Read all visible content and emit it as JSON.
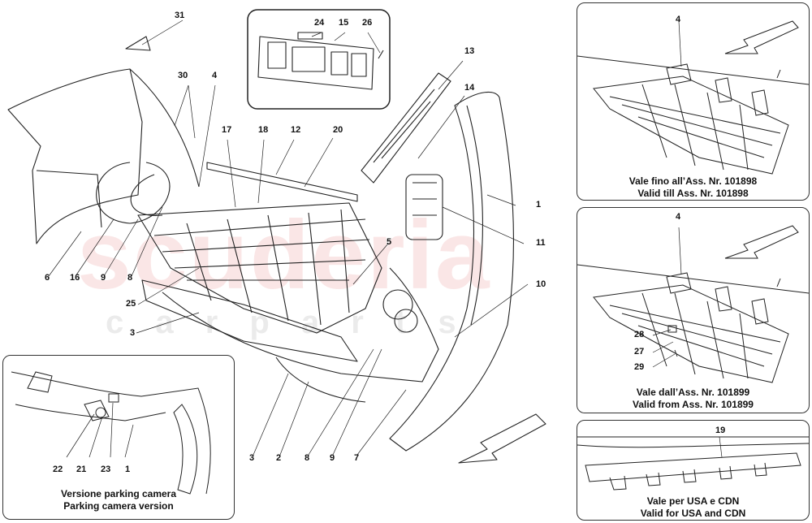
{
  "watermark": {
    "main": "scuderia",
    "sub": "c a r   p a r t s"
  },
  "colors": {
    "line": "#222222",
    "watermark": "#e04a4a"
  },
  "icons": [
    "arrow-icon"
  ],
  "main_labels": [
    {
      "id": "31",
      "text": "31"
    },
    {
      "id": "30",
      "text": "30"
    },
    {
      "id": "4",
      "text": "4"
    },
    {
      "id": "24",
      "text": "24"
    },
    {
      "id": "15",
      "text": "15"
    },
    {
      "id": "26",
      "text": "26"
    },
    {
      "id": "13",
      "text": "13"
    },
    {
      "id": "14",
      "text": "14"
    },
    {
      "id": "17",
      "text": "17"
    },
    {
      "id": "18",
      "text": "18"
    },
    {
      "id": "12",
      "text": "12"
    },
    {
      "id": "20",
      "text": "20"
    },
    {
      "id": "1",
      "text": "1"
    },
    {
      "id": "11",
      "text": "11"
    },
    {
      "id": "5",
      "text": "5"
    },
    {
      "id": "10",
      "text": "10"
    },
    {
      "id": "6",
      "text": "6"
    },
    {
      "id": "16",
      "text": "16"
    },
    {
      "id": "9a",
      "text": "9"
    },
    {
      "id": "8a",
      "text": "8"
    },
    {
      "id": "25",
      "text": "25"
    },
    {
      "id": "3a",
      "text": "3"
    },
    {
      "id": "3b",
      "text": "3"
    },
    {
      "id": "2",
      "text": "2"
    },
    {
      "id": "8b",
      "text": "8"
    },
    {
      "id": "9b",
      "text": "9"
    },
    {
      "id": "7",
      "text": "7"
    }
  ],
  "inset_parking": {
    "caption_line1": "Versione parking camera",
    "caption_line2": "Parking camera version",
    "labels": [
      "22",
      "21",
      "23",
      "1"
    ]
  },
  "inset_till": {
    "caption_line1": "Vale fino all’Ass. Nr. 101898",
    "caption_line2": "Valid till Ass. Nr. 101898",
    "labels": [
      "4"
    ]
  },
  "inset_from": {
    "caption_line1": "Vale dall’Ass. Nr. 101899",
    "caption_line2": "Valid from Ass. Nr. 101899",
    "labels": [
      "4",
      "28",
      "27",
      "29"
    ]
  },
  "inset_usa": {
    "caption_line1": "Vale per USA e CDN",
    "caption_line2": "Valid for USA and CDN",
    "labels": [
      "19"
    ]
  }
}
